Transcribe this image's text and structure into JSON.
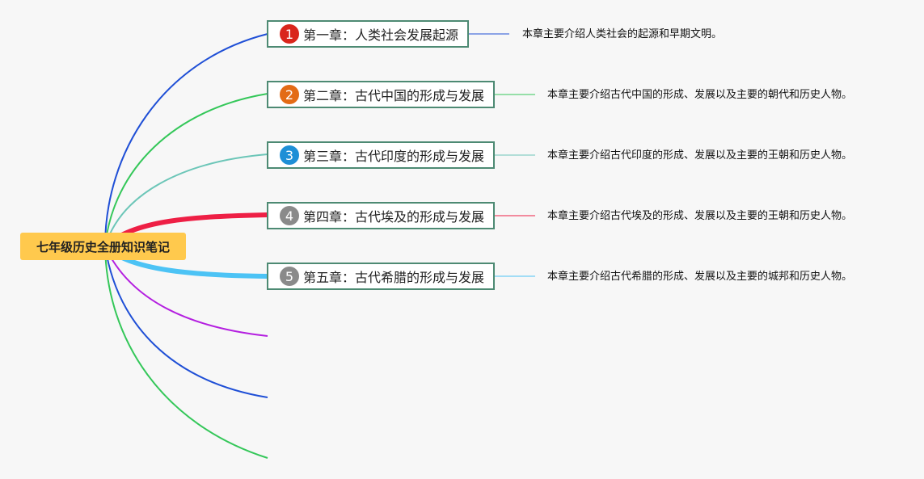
{
  "root": {
    "label": "七年级历史全册知识笔记",
    "color": "#ffc94d"
  },
  "chapters": [
    {
      "number": "1",
      "title": "第一章：人类社会发展起源",
      "summary": "本章主要介绍人类社会的起源和早期文明。",
      "badge_color": "#d9261c",
      "branch_color": "#1f4fd6"
    },
    {
      "number": "2",
      "title": "第二章：古代中国的形成与发展",
      "summary": "本章主要介绍古代中国的形成、发展以及主要的朝代和历史人物。",
      "badge_color": "#e36b16",
      "branch_color": "#34c759"
    },
    {
      "number": "3",
      "title": "第三章：古代印度的形成与发展",
      "summary": "本章主要介绍古代印度的形成、发展以及主要的王朝和历史人物。",
      "badge_color": "#1e8fd6",
      "branch_color": "#6cc6b8"
    },
    {
      "number": "4",
      "title": "第四章：古代埃及的形成与发展",
      "summary": "本章主要介绍古代埃及的形成、发展以及主要的王朝和历史人物。",
      "badge_color": "#8a8a8a",
      "branch_color": "#ee1f45"
    },
    {
      "number": "5",
      "title": "第五章：古代希腊的形成与发展",
      "summary": "本章主要介绍古代希腊的形成、发展以及主要的城邦和历史人物。",
      "badge_color": "#8a8a8a",
      "branch_color": "#4cc3f5"
    }
  ],
  "empty_branch_colors": [
    "#b41fe0",
    "#1f4fd6",
    "#34c759"
  ]
}
